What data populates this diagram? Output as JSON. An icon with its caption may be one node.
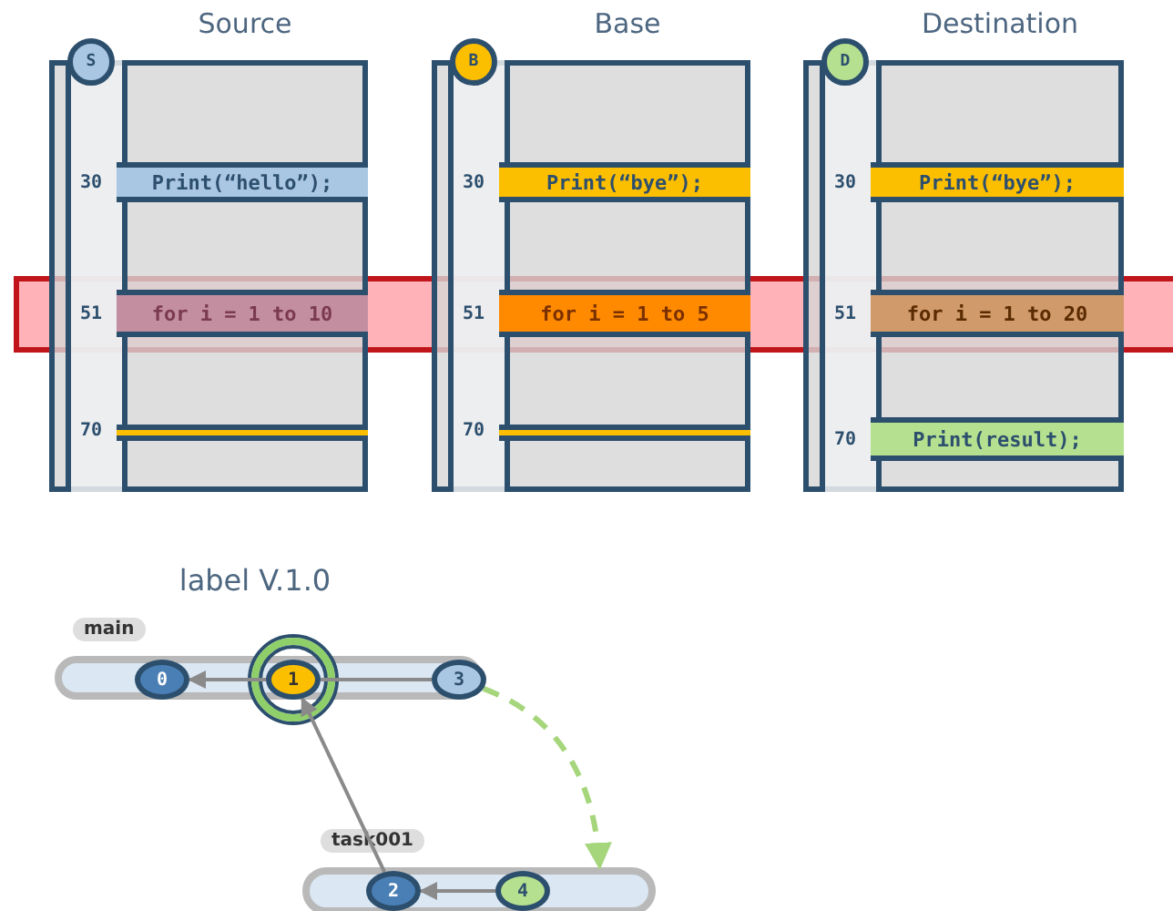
{
  "diagram": {
    "nodes": [
      {
        "text": [
          "Source"
        ]
      },
      {
        "text": [
          "S"
        ],
        "in": 0
      },
      {
        "text": [
          "Print(“hello”);"
        ],
        "in": 0,
        "beside": [
          "30"
        ]
      },
      {
        "text": [
          "for i = 1 to 10"
        ],
        "in": 0,
        "beside": [
          "51"
        ]
      },
      {
        "text": [],
        "shape": "bar",
        "in": 0,
        "beside": [
          "70"
        ]
      },
      {
        "text": [
          "Base"
        ]
      },
      {
        "text": [
          "B"
        ],
        "in": 5
      },
      {
        "text": [
          "Print(“bye”);"
        ],
        "in": 5,
        "beside": [
          "30"
        ]
      },
      {
        "text": [
          "for i = 1 to 5"
        ],
        "in": 5,
        "beside": [
          "51"
        ]
      },
      {
        "text": [],
        "shape": "bar",
        "in": 5,
        "beside": [
          "70"
        ]
      },
      {
        "text": [
          "Destination"
        ]
      },
      {
        "text": [
          "D"
        ],
        "in": 10
      },
      {
        "text": [
          "Print(“bye”);"
        ],
        "in": 10,
        "beside": [
          "30"
        ]
      },
      {
        "text": [
          "for i = 1 to 20"
        ],
        "in": 10,
        "beside": [
          "51"
        ]
      },
      {
        "text": [
          "Print(result);"
        ],
        "in": 10,
        "beside": [
          "70"
        ]
      },
      {
        "text": [
          "main"
        ]
      },
      {
        "text": [
          "0"
        ],
        "in": 15
      },
      {
        "text": [
          "1"
        ],
        "in": 15
      },
      {
        "text": [
          "3"
        ],
        "in": 15
      },
      {
        "text": [
          "task001"
        ]
      },
      {
        "text": [
          "2"
        ],
        "in": 19
      },
      {
        "text": [
          "4"
        ],
        "in": 19
      }
    ],
    "edges": [
      {
        "from": 17,
        "to": 16,
        "arrow": "to"
      },
      {
        "from": 18,
        "to": 17,
        "arrow": "none"
      },
      {
        "from": 20,
        "to": 17,
        "arrow": "to"
      },
      {
        "from": 21,
        "to": 20,
        "arrow": "to"
      },
      {
        "from": 18,
        "to": 19,
        "arrow": "to",
        "style": "dashed",
        "color": "#a6d67c"
      }
    ],
    "labels": [
      "label V.1.0"
    ]
  }
}
